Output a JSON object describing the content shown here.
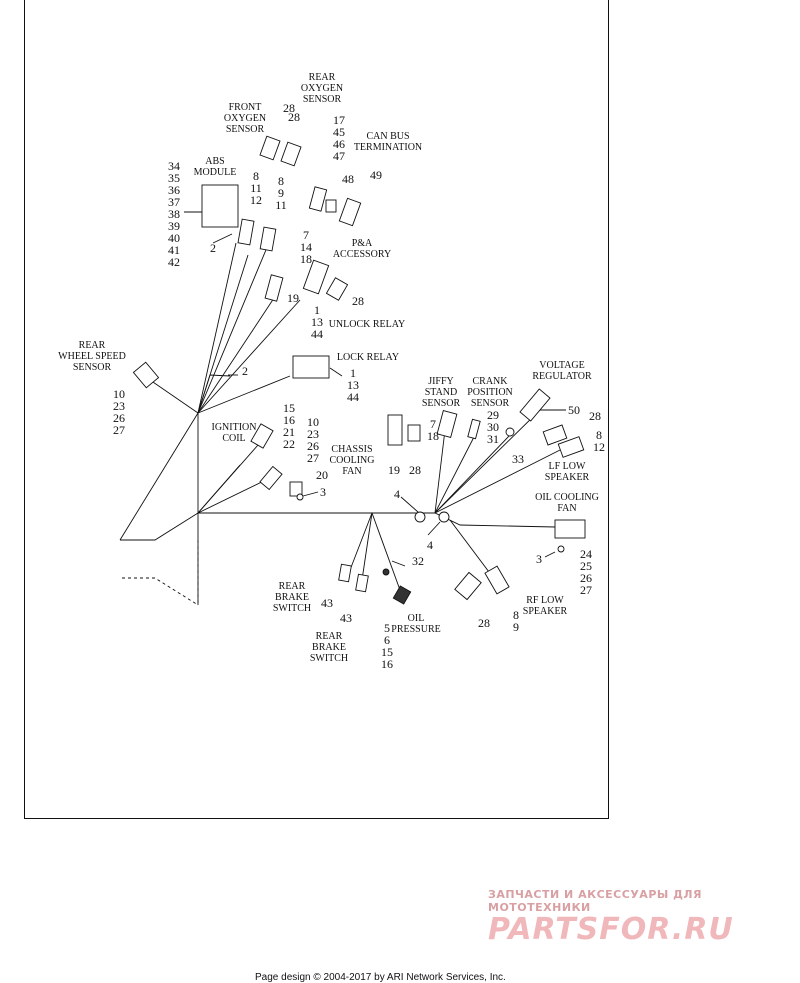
{
  "labels": {
    "rear_oxygen_sensor": [
      "REAR",
      "OXYGEN",
      "SENSOR"
    ],
    "front_oxygen_sensor": [
      "FRONT",
      "OXYGEN",
      "SENSOR"
    ],
    "can_bus_termination": [
      "CAN BUS",
      "TERMINATION"
    ],
    "abs_module": [
      "ABS",
      "MODULE"
    ],
    "pa_accessory": [
      "P&A",
      "ACCESSORY"
    ],
    "unlock_relay": [
      "UNLOCK RELAY"
    ],
    "lock_relay": [
      "LOCK RELAY"
    ],
    "rear_wheel_speed_sensor": [
      "REAR",
      "WHEEL SPEED",
      "SENSOR"
    ],
    "ignition_coil": [
      "IGNITION",
      "COIL"
    ],
    "chassis_cooling_fan": [
      "CHASSIS",
      "COOLING",
      "FAN"
    ],
    "jiffy_stand_sensor": [
      "JIFFY",
      "STAND",
      "SENSOR"
    ],
    "crank_position_sensor": [
      "CRANK",
      "POSITION",
      "SENSOR"
    ],
    "voltage_regulator": [
      "VOLTAGE",
      "REGULATOR"
    ],
    "lf_low_speaker": [
      "LF LOW",
      "SPEAKER"
    ],
    "oil_cooling_fan": [
      "OIL COOLING",
      "FAN"
    ],
    "rear_brake_switch_1": [
      "REAR",
      "BRAKE",
      "SWITCH"
    ],
    "rear_brake_switch_2": [
      "REAR",
      "BRAKE",
      "SWITCH"
    ],
    "oil_pressure": [
      "OIL",
      "PRESSURE"
    ],
    "rf_low_speaker": [
      "RF LOW",
      "SPEAKER"
    ]
  },
  "callouts": {
    "rear_o2": [
      "28"
    ],
    "front_o2": [
      "28"
    ],
    "can_bus_stack": [
      "17",
      "45",
      "46",
      "47"
    ],
    "c48": [
      "48"
    ],
    "c49": [
      "49"
    ],
    "abs_stack": [
      "34",
      "35",
      "36",
      "37",
      "38",
      "39",
      "40",
      "41",
      "42"
    ],
    "c8_11_12": [
      "8",
      "11",
      "12"
    ],
    "c8_9_11": [
      "8",
      "9",
      "11"
    ],
    "c2_abs": [
      "2"
    ],
    "c7_14_18": [
      "7",
      "14",
      "18"
    ],
    "c19": [
      "19"
    ],
    "c28_pa": [
      "28"
    ],
    "unlock_stack": [
      "1",
      "13",
      "44"
    ],
    "lock_stack": [
      "1",
      "13",
      "44"
    ],
    "c2_mid": [
      "2"
    ],
    "rear_wheel_stack": [
      "10",
      "23",
      "26",
      "27"
    ],
    "ign_stack": [
      "15",
      "16",
      "21",
      "22"
    ],
    "c10_stack": [
      "10",
      "23",
      "26",
      "27"
    ],
    "c20": [
      "20"
    ],
    "c3_top": [
      "3"
    ],
    "c19_jiffy": [
      "19"
    ],
    "c28_jiffy": [
      "28"
    ],
    "c7_18": [
      "7",
      "18"
    ],
    "crank_stack": [
      "29",
      "30",
      "31"
    ],
    "c33": [
      "33"
    ],
    "c50": [
      "50"
    ],
    "c28_volt": [
      "28"
    ],
    "c8_12": [
      "8",
      "12"
    ],
    "c4_top": [
      "4"
    ],
    "c4_bot": [
      "4"
    ],
    "oil_fan_stack": [
      "24",
      "25",
      "26",
      "27"
    ],
    "c3_bot": [
      "3"
    ],
    "c32": [
      "32"
    ],
    "c43_a": [
      "43"
    ],
    "c43_b": [
      "43"
    ],
    "oil_pressure_stack": [
      "5",
      "6",
      "15",
      "16"
    ],
    "c28_rf": [
      "28"
    ],
    "c8_9_rf": [
      "8",
      "9"
    ]
  },
  "watermark": {
    "small": "ЗАПЧАСТИ И АКСЕССУАРЫ ДЛЯ МОТОТЕХНИКИ",
    "big": "PARTSFOR.RU"
  },
  "footer": "Page design © 2004-2017 by ARI Network Services, Inc."
}
